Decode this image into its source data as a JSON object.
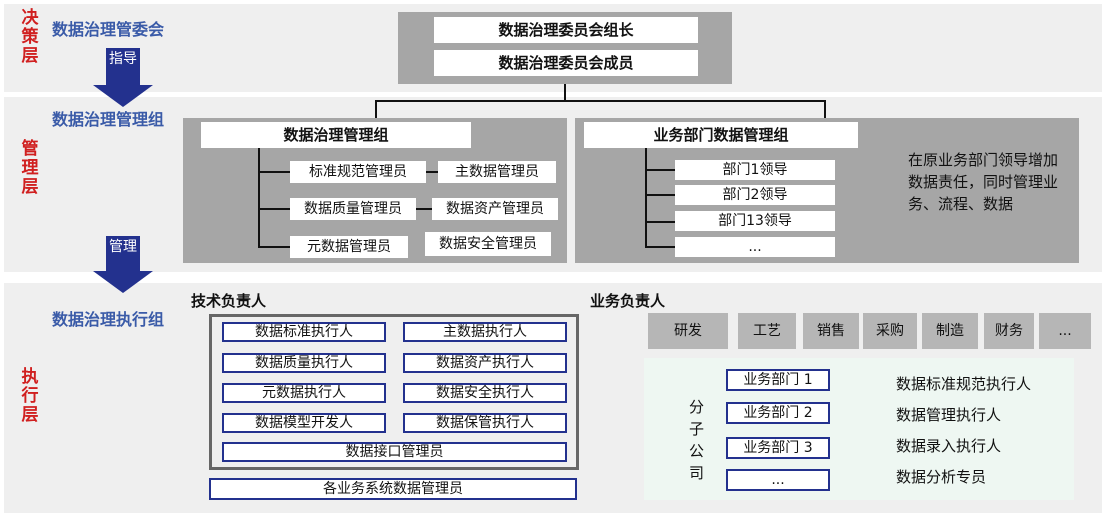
{
  "layers": {
    "decision": {
      "label": "决策层",
      "title": "数据治理管委会"
    },
    "management": {
      "label": "管理层",
      "title": "数据治理管理组"
    },
    "execution": {
      "label": "执行层",
      "title": "数据治理执行组"
    }
  },
  "arrows": {
    "guide": "指导",
    "manage": "管理"
  },
  "committee": {
    "leader": "数据治理委员会组长",
    "member": "数据治理委员会成员"
  },
  "mgmt_group": {
    "title": "数据治理管理组",
    "roles": [
      "标准规范管理员",
      "主数据管理员",
      "数据质量管理员",
      "数据资产管理员",
      "元数据管理员",
      "数据安全管理员"
    ]
  },
  "biz_group": {
    "title": "业务部门数据管理组",
    "leaders": [
      "部门1领导",
      "部门2领导",
      "部门13领导",
      "..."
    ],
    "note": "在原业务部门领导增加数据责任，同时管理业务、流程、数据"
  },
  "tech": {
    "title": "技术负责人",
    "roles": [
      "数据标准执行人",
      "主数据执行人",
      "数据质量执行人",
      "数据资产执行人",
      "元数据执行人",
      "数据安全执行人",
      "数据模型开发人",
      "数据保管执行人"
    ],
    "interface": "数据接口管理员",
    "system_admin": "各业务系统数据管理员"
  },
  "biz": {
    "title": "业务负责人",
    "departments": [
      "研发",
      "工艺",
      "销售",
      "采购",
      "制造",
      "财务",
      "..."
    ],
    "subsidiary": "分子公司",
    "units": [
      "业务部门 1",
      "业务部门 2",
      "业务部门 3",
      "..."
    ],
    "roles": [
      "数据标准规范执行人",
      "数据管理执行人",
      "数据录入执行人",
      "数据分析专员"
    ]
  }
}
